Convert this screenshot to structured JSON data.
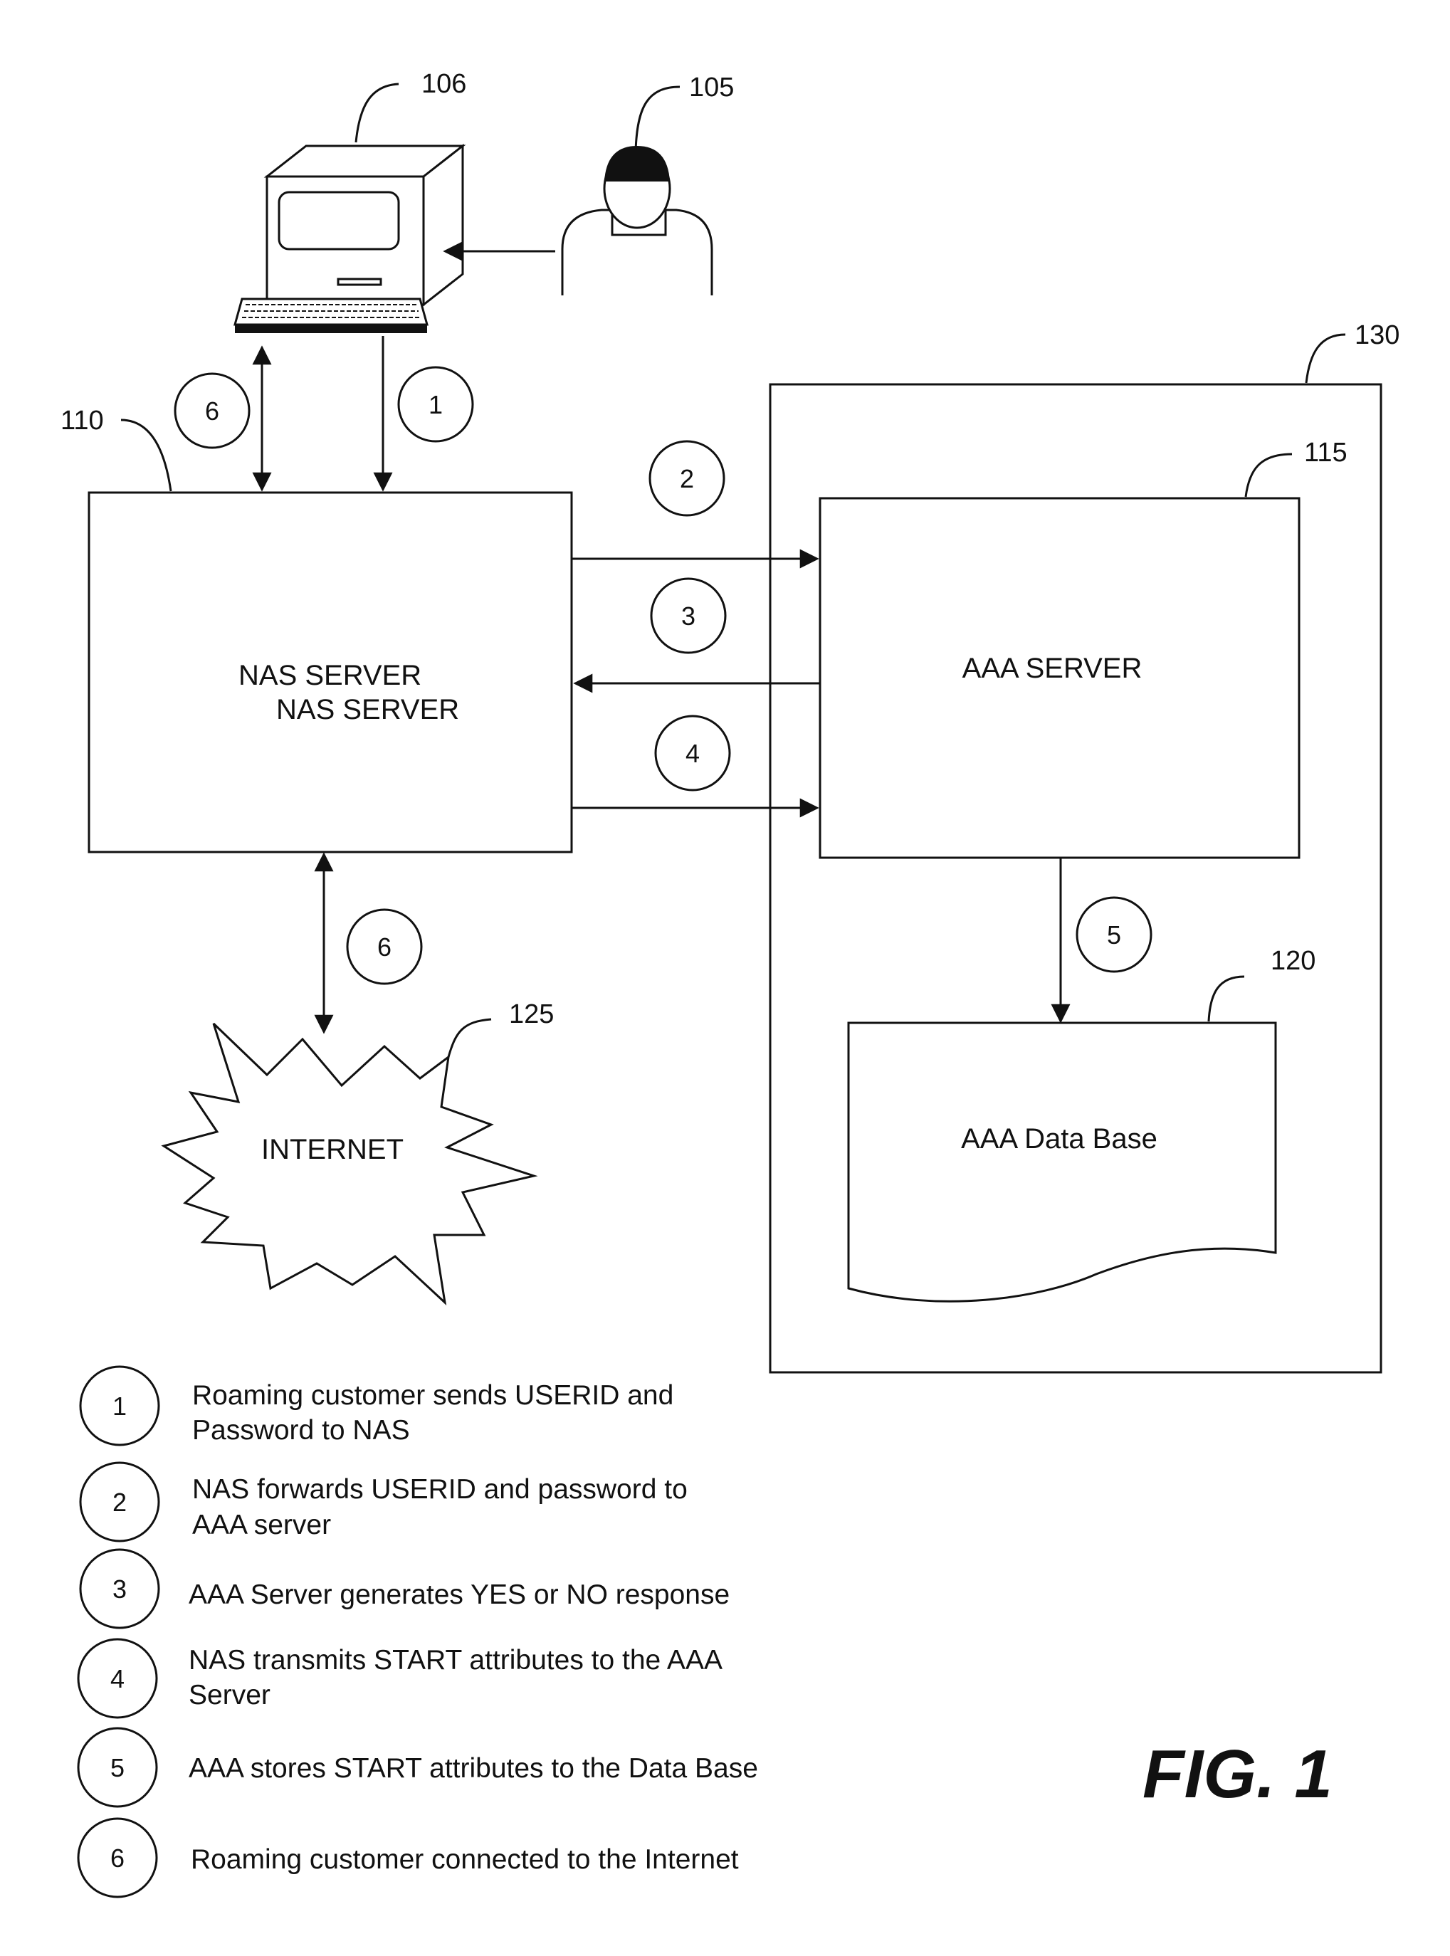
{
  "references": {
    "computer": "106",
    "user": "105",
    "nas": "110",
    "container": "130",
    "aaa_server": "115",
    "database": "120",
    "internet": "125"
  },
  "blocks": {
    "nas_line1": "NAS SERVER",
    "nas_line2": "NAS SERVER",
    "aaa_server": "AAA SERVER",
    "database": "AAA Data Base",
    "internet": "INTERNET"
  },
  "steps": {
    "s1": "1",
    "s2": "2",
    "s3": "3",
    "s4": "4",
    "s5": "5",
    "s6": "6"
  },
  "legend": [
    {
      "num": "1",
      "lines": [
        "Roaming customer sends USERID and",
        "Password to NAS"
      ]
    },
    {
      "num": "2",
      "lines": [
        "NAS forwards USERID and password to",
        "AAA server"
      ]
    },
    {
      "num": "3",
      "lines": [
        "AAA Server generates YES or NO response"
      ]
    },
    {
      "num": "4",
      "lines": [
        "NAS transmits START attributes to the AAA",
        "Server"
      ]
    },
    {
      "num": "5",
      "lines": [
        "AAA stores START attributes to the Data Base"
      ]
    },
    {
      "num": "6",
      "lines": [
        "Roaming customer connected to the Internet"
      ]
    }
  ],
  "figure_label": "FIG. 1"
}
